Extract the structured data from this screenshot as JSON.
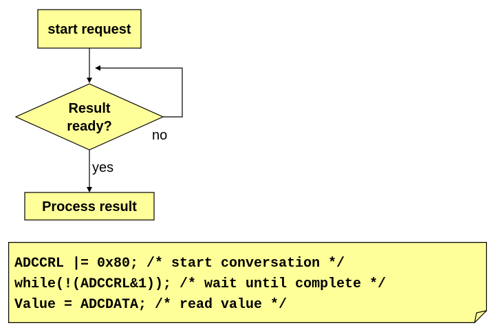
{
  "colors": {
    "shape_fill": "#ffff99",
    "stroke": "#000000",
    "text": "#000000"
  },
  "flowchart": {
    "start_label": "start request",
    "decision_label_line1": "Result",
    "decision_label_line2": "ready?",
    "no_label": "no",
    "yes_label": "yes",
    "process_label": "Process result"
  },
  "code_note": {
    "lines": [
      "ADCCRL |= 0x80; /* start conversation */",
      "while(!(ADCCRL&1)); /* wait until complete */",
      "Value = ADCDATA; /* read value */"
    ]
  }
}
